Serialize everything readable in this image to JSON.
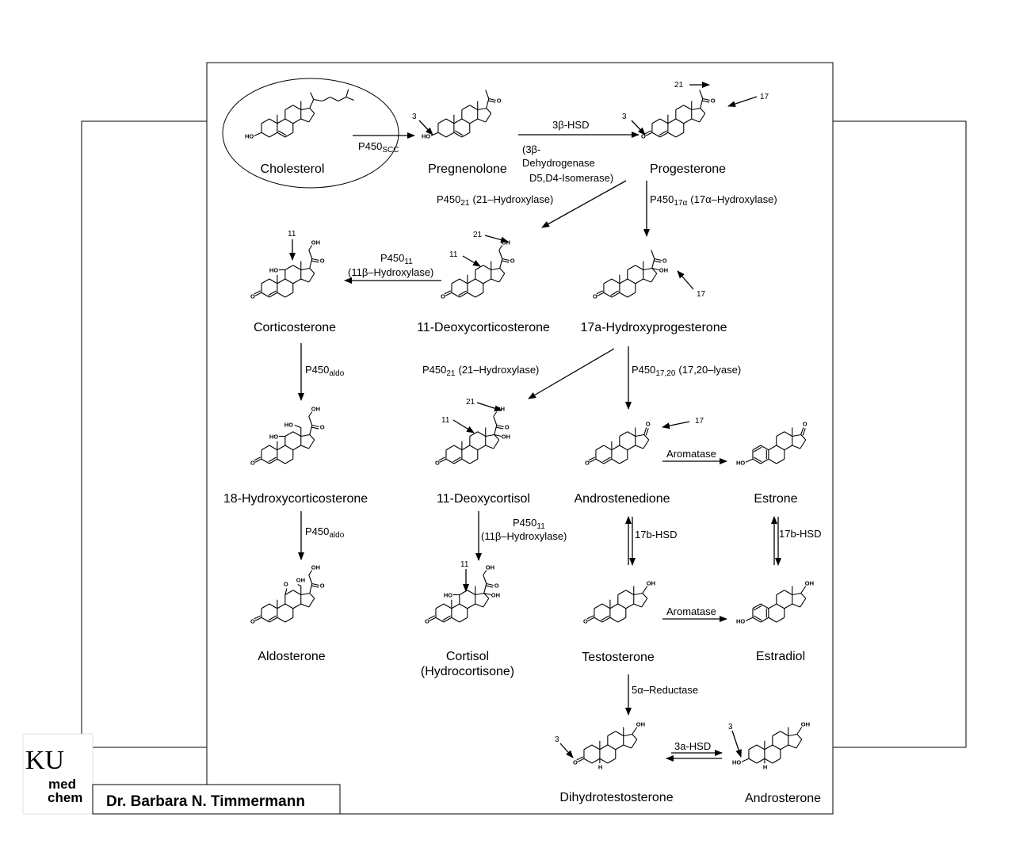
{
  "compounds": {
    "cholesterol": "Cholesterol",
    "pregnenolone": "Pregnenolone",
    "progesterone": "Progesterone",
    "corticosterone": "Corticosterone",
    "deoxycorticosterone": "11-Deoxycorticosterone",
    "hydroxyprogesterone": "17a-Hydroxyprogesterone",
    "hydroxycorticosterone18": "18-Hydroxycorticosterone",
    "deoxycortisol": "11-Deoxycortisol",
    "androstenedione": "Androstenedione",
    "estrone": "Estrone",
    "aldosterone": "Aldosterone",
    "cortisol": "Cortisol",
    "cortisol_alt": "(Hydrocortisone)",
    "testosterone": "Testosterone",
    "estradiol": "Estradiol",
    "dht": "Dihydrotestosterone",
    "androsterone": "Androsterone"
  },
  "enzymes": {
    "p450_base": "P450",
    "scc_sub": "SCC",
    "hsd3b": "3β-HSD",
    "hsd3b_full1": "(3β-",
    "hsd3b_full2": "Dehydrogenase",
    "hsd3b_full3": "D5,D4-Isomerase)",
    "p45021_sub": "21",
    "hydroxylase21": "(21–Hydroxylase)",
    "p45017a_sub": "17α",
    "hydroxylase17a": "(17α–Hydroxylase)",
    "p45011_sub": "11",
    "hydroxylase11b": "(11β–Hydroxylase)",
    "aldo_sub": "aldo",
    "p4501720_sub": "17,20",
    "lyase1720": "(17,20–lyase)",
    "aromatase": "Aromatase",
    "hsd17b": "17b-HSD",
    "reductase5a": "5α–Reductase",
    "hsd3a": "3a-HSD"
  },
  "positions": {
    "c3": "3",
    "c11": "11",
    "c17": "17",
    "c21": "21"
  },
  "atoms": {
    "ho": "HO",
    "oh": "OH",
    "o": "O",
    "h": "H"
  },
  "footer": {
    "author": "Dr. Barbara N. Timmermann",
    "logo_ku": "KU",
    "logo_med": "med",
    "logo_chem": "chem"
  }
}
